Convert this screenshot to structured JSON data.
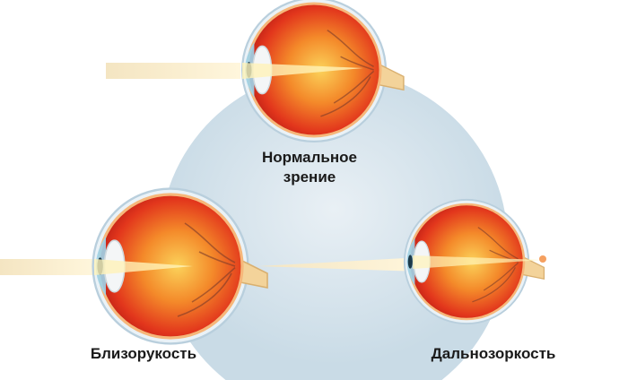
{
  "labels": {
    "normal_line1": "Нормальное",
    "normal_line2": "зрение",
    "myopia": "Близорукость",
    "hyperopia": "Дальнозоркость"
  },
  "colors": {
    "background_circle": "#d5e3ec",
    "eye_red": "#e8331e",
    "eye_orange": "#f7a23a",
    "light_beam": "#f6e7c0"
  }
}
